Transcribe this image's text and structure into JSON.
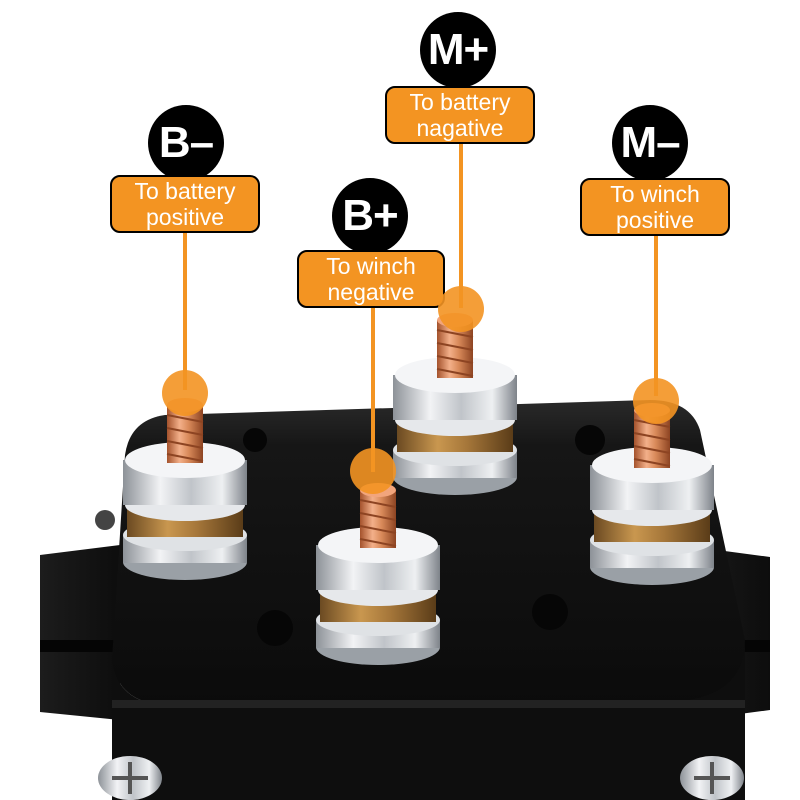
{
  "terminals": [
    {
      "id": "b-minus",
      "symbol": "B–",
      "line1": "To battery",
      "line2": "positive"
    },
    {
      "id": "b-plus",
      "symbol": "B+",
      "line1": "To winch",
      "line2": "negative"
    },
    {
      "id": "m-plus",
      "symbol": "M+",
      "line1": "To battery",
      "line2": "nagative"
    },
    {
      "id": "m-minus",
      "symbol": "M–",
      "line1": "To winch",
      "line2": "positive"
    }
  ],
  "colors": {
    "accent": "#f39422",
    "badge": "#000000",
    "housing": "#151515",
    "copper": "#d98a5a",
    "steel": "#c9ccd0"
  }
}
